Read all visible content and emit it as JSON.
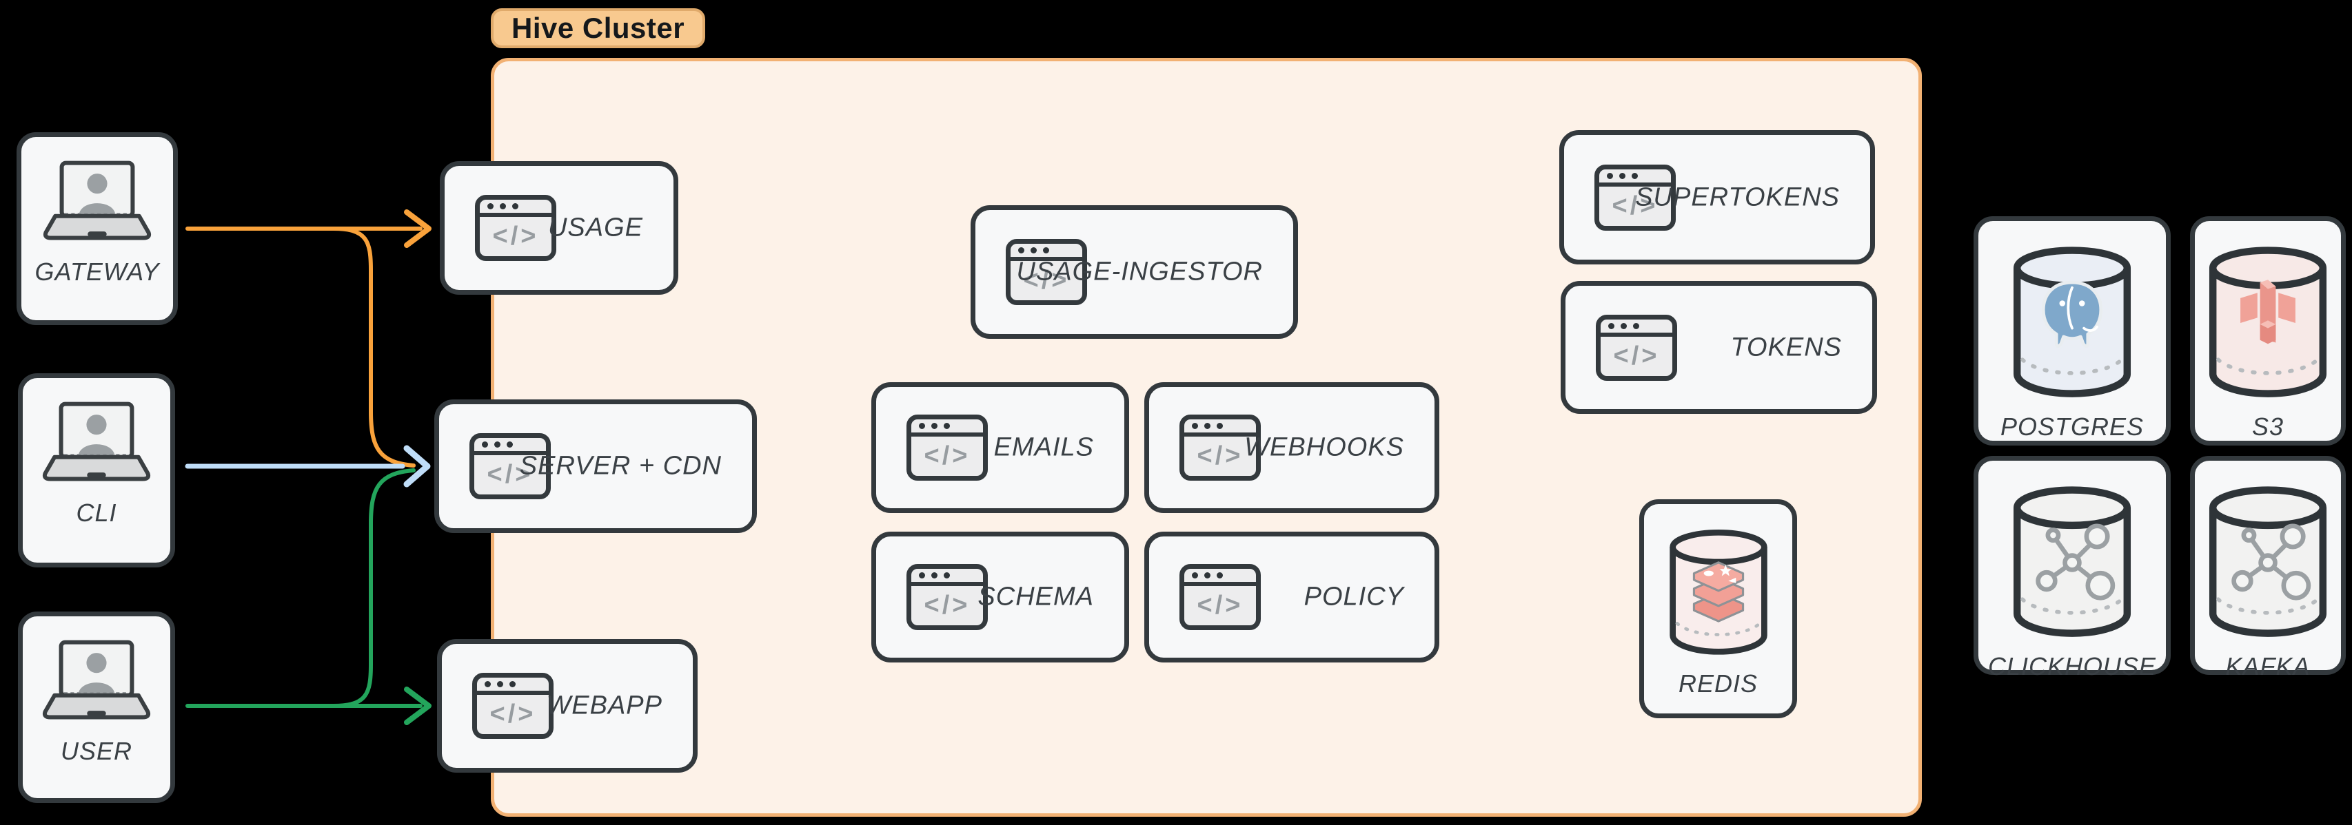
{
  "cluster": {
    "label": "Hive Cluster"
  },
  "icons": {
    "code_glyph": "</>"
  },
  "clients": [
    {
      "id": "gateway",
      "label": "GATEWAY",
      "icon": "laptop-user-icon"
    },
    {
      "id": "cli",
      "label": "CLI",
      "icon": "laptop-user-icon"
    },
    {
      "id": "user",
      "label": "USER",
      "icon": "laptop-user-icon"
    }
  ],
  "services": [
    {
      "id": "usage",
      "label": "USAGE"
    },
    {
      "id": "server-cdn",
      "label": "SERVER + CDN"
    },
    {
      "id": "webapp",
      "label": "WEBAPP"
    },
    {
      "id": "usage-ingestor",
      "label": "USAGE-INGESTOR"
    },
    {
      "id": "emails",
      "label": "EMAILS"
    },
    {
      "id": "webhooks",
      "label": "WEBHOOKS"
    },
    {
      "id": "schema",
      "label": "SCHEMA"
    },
    {
      "id": "policy",
      "label": "POLICY"
    },
    {
      "id": "supertokens",
      "label": "SUPERTOKENS"
    },
    {
      "id": "tokens",
      "label": "TOKENS"
    }
  ],
  "datastores": [
    {
      "id": "redis",
      "label": "REDIS",
      "icon": "redis-cylinder-icon"
    },
    {
      "id": "postgres",
      "label": "POSTGRES",
      "icon": "postgres-cylinder-icon"
    },
    {
      "id": "s3",
      "label": "S3",
      "icon": "s3-cylinder-icon"
    },
    {
      "id": "clickhouse",
      "label": "CLICKHOUSE",
      "icon": "network-cylinder-icon"
    },
    {
      "id": "kafka",
      "label": "KAFKA",
      "icon": "network-cylinder-icon"
    }
  ],
  "connections": [
    {
      "from": "GATEWAY",
      "to": "USAGE",
      "color": "#F9A23B"
    },
    {
      "from": "GATEWAY",
      "to": "SERVER + CDN",
      "color": "#F9A23B"
    },
    {
      "from": "CLI",
      "to": "SERVER + CDN",
      "color": "#BFDDF8"
    },
    {
      "from": "USER",
      "to": "WEBAPP",
      "color": "#23A55C"
    },
    {
      "from": "USER",
      "to": "SERVER + CDN",
      "color": "#23A55C"
    }
  ],
  "colors": {
    "background": "#000000",
    "cluster_bg": "#FDF2E8",
    "cluster_border": "#F2B173",
    "badge_bg": "#F8C98F",
    "badge_border": "#E0AA6B",
    "node_bg": "#F7F8F9",
    "node_border": "#33393D",
    "arrow_gateway": "#F9A23B",
    "arrow_cli": "#BFDDF8",
    "arrow_user": "#23A55C"
  }
}
